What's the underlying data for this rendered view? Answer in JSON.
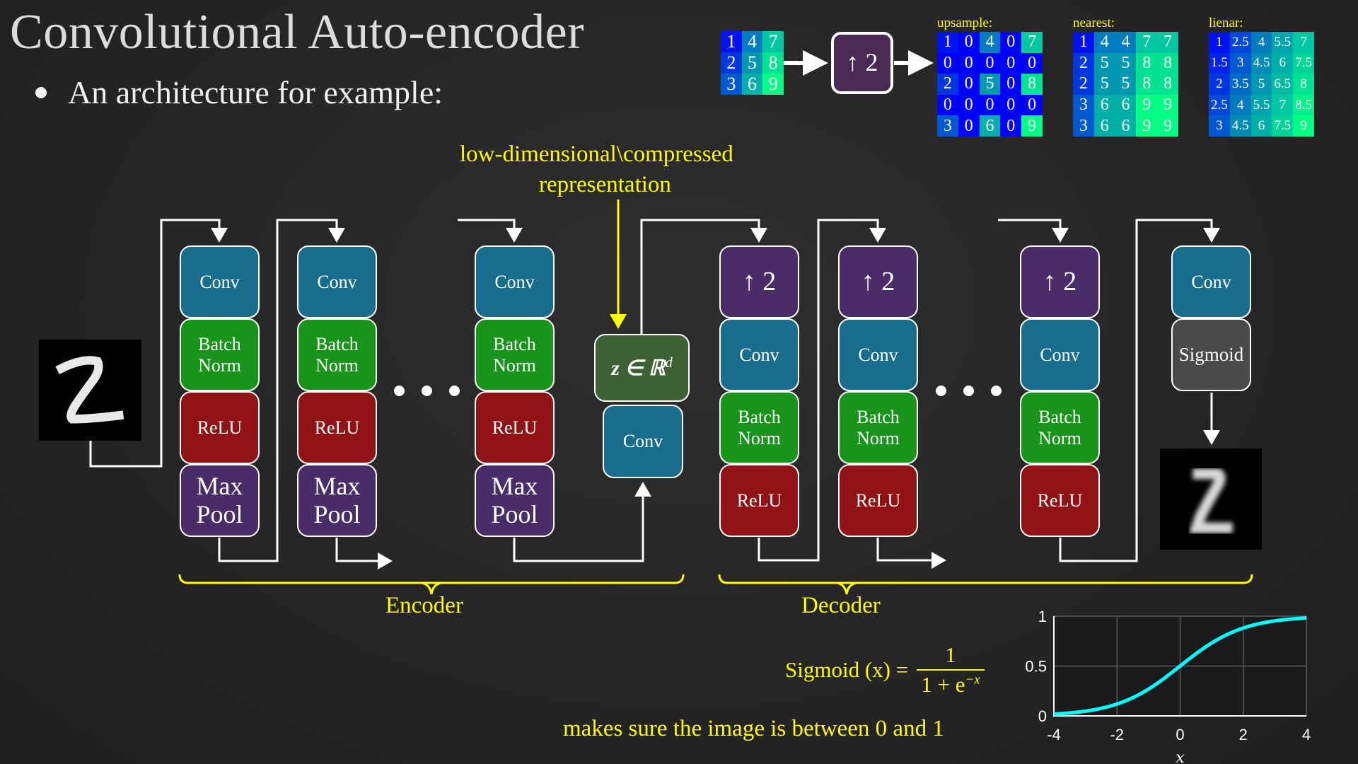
{
  "title": "Convolutional Auto-encoder",
  "bullet": "An architecture for example:",
  "annotation": {
    "line1": "low-dimensional\\compressed",
    "line2": "representation"
  },
  "encoder": {
    "label": "Encoder",
    "columns": [
      [
        "Conv",
        "Batch Norm",
        "ReLU",
        "Max Pool"
      ],
      [
        "Conv",
        "Batch Norm",
        "ReLU",
        "Max Pool"
      ],
      [
        "Conv",
        "Batch Norm",
        "ReLU",
        "Max Pool"
      ]
    ]
  },
  "bottleneck": {
    "latent": "z ∈ ℝ",
    "latent_sup": "d",
    "conv": "Conv"
  },
  "decoder": {
    "label": "Decoder",
    "columns": [
      [
        "↑ 2",
        "Conv",
        "Batch Norm",
        "ReLU"
      ],
      [
        "↑ 2",
        "Conv",
        "Batch Norm",
        "ReLU"
      ],
      [
        "↑ 2",
        "Conv",
        "Batch Norm",
        "ReLU"
      ]
    ],
    "final": [
      "Conv",
      "Sigmoid"
    ]
  },
  "blocks": {
    "conv": "Conv",
    "bn1": "Batch",
    "bn2": "Norm",
    "relu": "ReLU",
    "pool1": "Max",
    "pool2": "Pool",
    "up": "↑ 2",
    "sigmoid": "Sigmoid"
  },
  "upsample_demo": {
    "op_label": "↑ 2",
    "input": [
      [
        1,
        4,
        7
      ],
      [
        2,
        5,
        8
      ],
      [
        3,
        6,
        9
      ]
    ],
    "variants": [
      {
        "label": "upsample:",
        "matrix": [
          [
            "1",
            "0",
            "4",
            "0",
            "7"
          ],
          [
            "0",
            "0",
            "0",
            "0",
            "0"
          ],
          [
            "2",
            "0",
            "5",
            "0",
            "8"
          ],
          [
            "0",
            "0",
            "0",
            "0",
            "0"
          ],
          [
            "3",
            "0",
            "6",
            "0",
            "9"
          ]
        ]
      },
      {
        "label": "nearest:",
        "matrix": [
          [
            "1",
            "4",
            "4",
            "7",
            "7"
          ],
          [
            "2",
            "5",
            "5",
            "8",
            "8"
          ],
          [
            "2",
            "5",
            "5",
            "8",
            "8"
          ],
          [
            "3",
            "6",
            "6",
            "9",
            "9"
          ],
          [
            "3",
            "6",
            "6",
            "9",
            "9"
          ]
        ]
      },
      {
        "label": "lienar:",
        "matrix": [
          [
            "1",
            "2.5",
            "4",
            "5.5",
            "7"
          ],
          [
            "1.5",
            "3",
            "4.5",
            "6",
            "7.5"
          ],
          [
            "2",
            "3.5",
            "5",
            "6.5",
            "8"
          ],
          [
            "2.5",
            "4",
            "5.5",
            "7",
            "8.5"
          ],
          [
            "3",
            "4.5",
            "6",
            "7.5",
            "9"
          ]
        ]
      }
    ]
  },
  "sigmoid": {
    "formula_lhs": "Sigmoid (x) =",
    "numerator": "1",
    "denominator": "1 + e",
    "exponent": "−x",
    "note": "makes sure the image is between 0 and 1"
  },
  "chart_data": {
    "type": "line",
    "title": "",
    "xlabel": "x",
    "ylabel": "",
    "xlim": [
      -4,
      4
    ],
    "ylim": [
      0,
      1
    ],
    "xticks": [
      "-4",
      "-2",
      "0",
      "2",
      "4"
    ],
    "yticks": [
      "0",
      "0.5",
      "1"
    ],
    "grid": true,
    "series": [
      {
        "name": "sigmoid",
        "function": "1/(1+exp(-x))",
        "color": "#00ffff",
        "x": [
          -4,
          -3.5,
          -3,
          -2.5,
          -2,
          -1.5,
          -1,
          -0.5,
          0,
          0.5,
          1,
          1.5,
          2,
          2.5,
          3,
          3.5,
          4
        ],
        "y": [
          0.018,
          0.029,
          0.047,
          0.076,
          0.119,
          0.182,
          0.269,
          0.378,
          0.5,
          0.622,
          0.731,
          0.818,
          0.881,
          0.924,
          0.953,
          0.971,
          0.982
        ]
      }
    ]
  },
  "colors": {
    "conv": "#186d8d",
    "batchnorm": "#16951a",
    "relu": "#8f1314",
    "pool": "#482d67",
    "latent": "#3e6134",
    "sigmoid_block": "#4a4a4a",
    "annotation": "#ffff00",
    "curve": "#00ffff"
  }
}
